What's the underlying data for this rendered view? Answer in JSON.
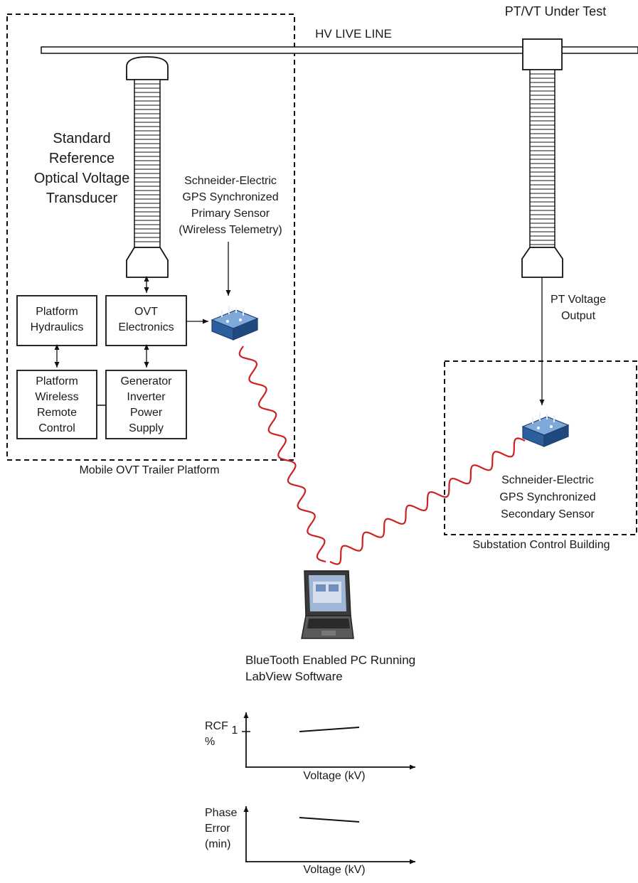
{
  "line_label": "HV LIVE LINE",
  "pt_label": "PT/VT Under Test",
  "ovt_label": "Standard\nReference\nOptical Voltage\nTransducer",
  "primary_sensor_label": "Schneider-Electric\nGPS Synchronized\nPrimary Sensor\n(Wireless Telemetry)",
  "pt_output_label": "PT Voltage\nOutput",
  "boxes": {
    "platform_hydraulics": "Platform\nHydraulics",
    "ovt_electronics": "OVT\nElectronics",
    "wireless_remote": "Platform\nWireless\nRemote\nControl",
    "generator": "Generator\nInverter\nPower\nSupply"
  },
  "trailer_label": "Mobile OVT Trailer Platform",
  "secondary_sensor_label": "Schneider-Electric\nGPS Synchronized\nSecondary Sensor",
  "substation_label": "Substation Control Building",
  "pc_label": "BlueTooth Enabled PC Running\nLabView Software",
  "chart_data": [
    {
      "type": "line",
      "ylabel": "RCF\n%",
      "xlabel": "Voltage (kV)",
      "yticks": [
        "1"
      ],
      "series": [
        {
          "x": [
            0,
            1
          ],
          "y": [
            1.0,
            1.03
          ]
        }
      ]
    },
    {
      "type": "line",
      "ylabel": "Phase\nError\n(min)",
      "xlabel": "Voltage (kV)",
      "series": [
        {
          "x": [
            0,
            1
          ],
          "y": [
            1.0,
            0.97
          ]
        }
      ]
    }
  ],
  "colors": {
    "wireless_link": "#cc2222",
    "sensor": "#2b5f9e"
  }
}
